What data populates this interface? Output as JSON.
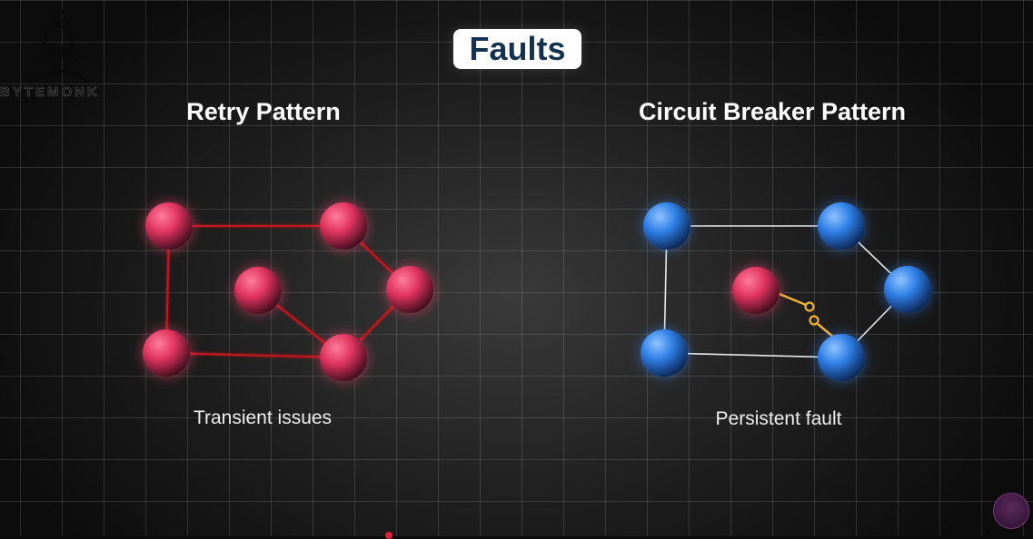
{
  "title": "Faults",
  "logo": {
    "text": "BYTEMONK"
  },
  "panels": [
    {
      "heading": "Retry Pattern",
      "caption": "Transient issues"
    },
    {
      "heading": "Circuit Breaker Pattern",
      "caption": "Persistent fault"
    }
  ],
  "colors": {
    "retry_node": "#e0345f",
    "retry_link": "#c4151f",
    "breaker_node": "#2f7fe6",
    "breaker_link": "#e8e8e8",
    "faulty_node": "#e0345f",
    "switch": "#f2b233",
    "title_text": "#13324f"
  },
  "icons": [
    "monk-logo-icon",
    "avatar-icon"
  ]
}
